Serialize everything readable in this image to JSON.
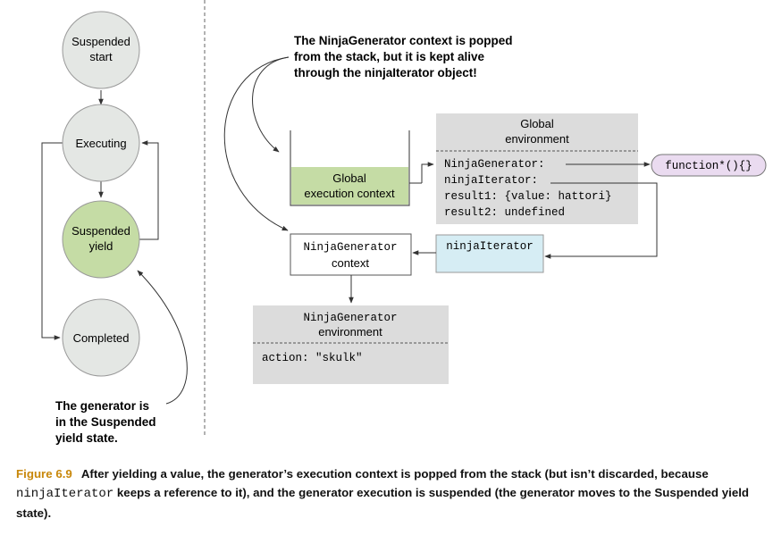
{
  "state_machine": {
    "suspended_start": [
      "Suspended",
      "start"
    ],
    "executing": "Executing",
    "suspended_yield": [
      "Suspended",
      "yield"
    ],
    "completed": "Completed",
    "note": [
      "The generator is",
      "in the Suspended",
      "yield state."
    ]
  },
  "callout_top": [
    "The NinjaGenerator context is popped",
    "from the stack, but it is kept alive",
    "through the ninjaIterator object!"
  ],
  "stack": {
    "global_context": [
      "Global",
      "execution context"
    ]
  },
  "global_environment": {
    "title": [
      "Global",
      "environment"
    ],
    "entries": [
      "NinjaGenerator:",
      "ninjaIterator:",
      "result1: {value: hattori}",
      "result2: undefined"
    ]
  },
  "function_bubble": "function*(){}",
  "ninja_iterator": "ninjaIterator",
  "generator_context": [
    "NinjaGenerator",
    "context"
  ],
  "generator_environment": {
    "title": [
      "NinjaGenerator",
      "environment"
    ],
    "entries": [
      "action: \"skulk\""
    ]
  },
  "caption": {
    "figure": "Figure 6.9",
    "before_code": "After yielding a value, the generator’s execution context is popped from the stack (but isn’t discarded, because ",
    "code": "ninjaIterator",
    "after_code": " keeps a reference to it), and the generator execution is suspended (the generator moves to the Suspended yield state)."
  },
  "colors": {
    "state_fill": "#e4e7e4",
    "active_state_fill": "#c5dca5",
    "global_context_fill": "#c5dca5",
    "environment_fill": "#dcdcdc",
    "iterator_fill": "#d6edf4",
    "function_fill": "#eadbf0",
    "caption_figure": "#c8870a"
  }
}
